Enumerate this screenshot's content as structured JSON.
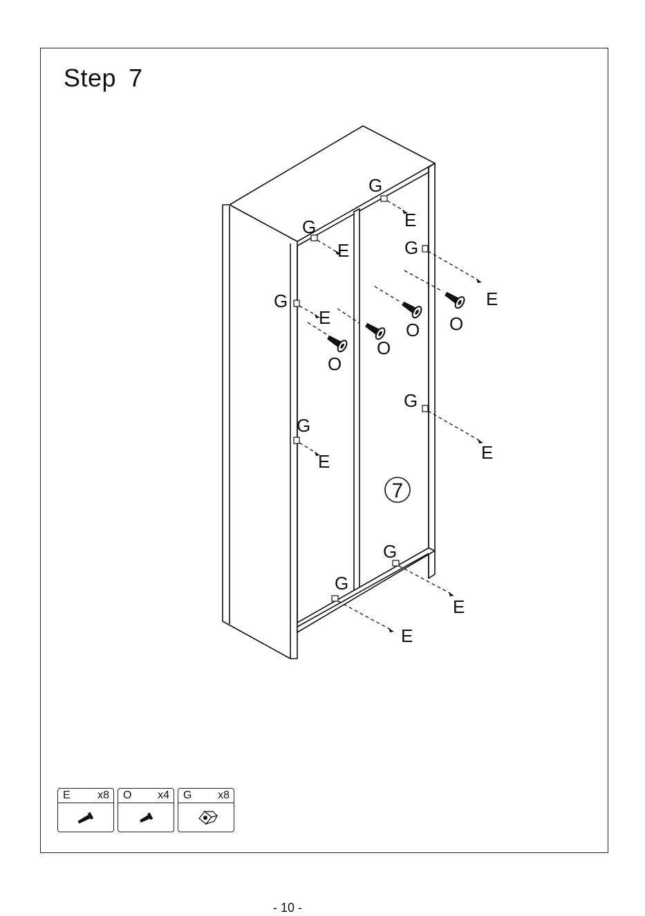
{
  "step": {
    "label": "Step",
    "number": "7"
  },
  "panel_badge": "7",
  "labels": {
    "connector": "G",
    "screw": "E",
    "dowel_screw": "O"
  },
  "parts": [
    {
      "code": "E",
      "qty": "x8",
      "icon": "screw-icon"
    },
    {
      "code": "O",
      "qty": "x4",
      "icon": "long-screw-icon"
    },
    {
      "code": "G",
      "qty": "x8",
      "icon": "corner-connector-icon"
    }
  ],
  "page_number": "- 10 -"
}
